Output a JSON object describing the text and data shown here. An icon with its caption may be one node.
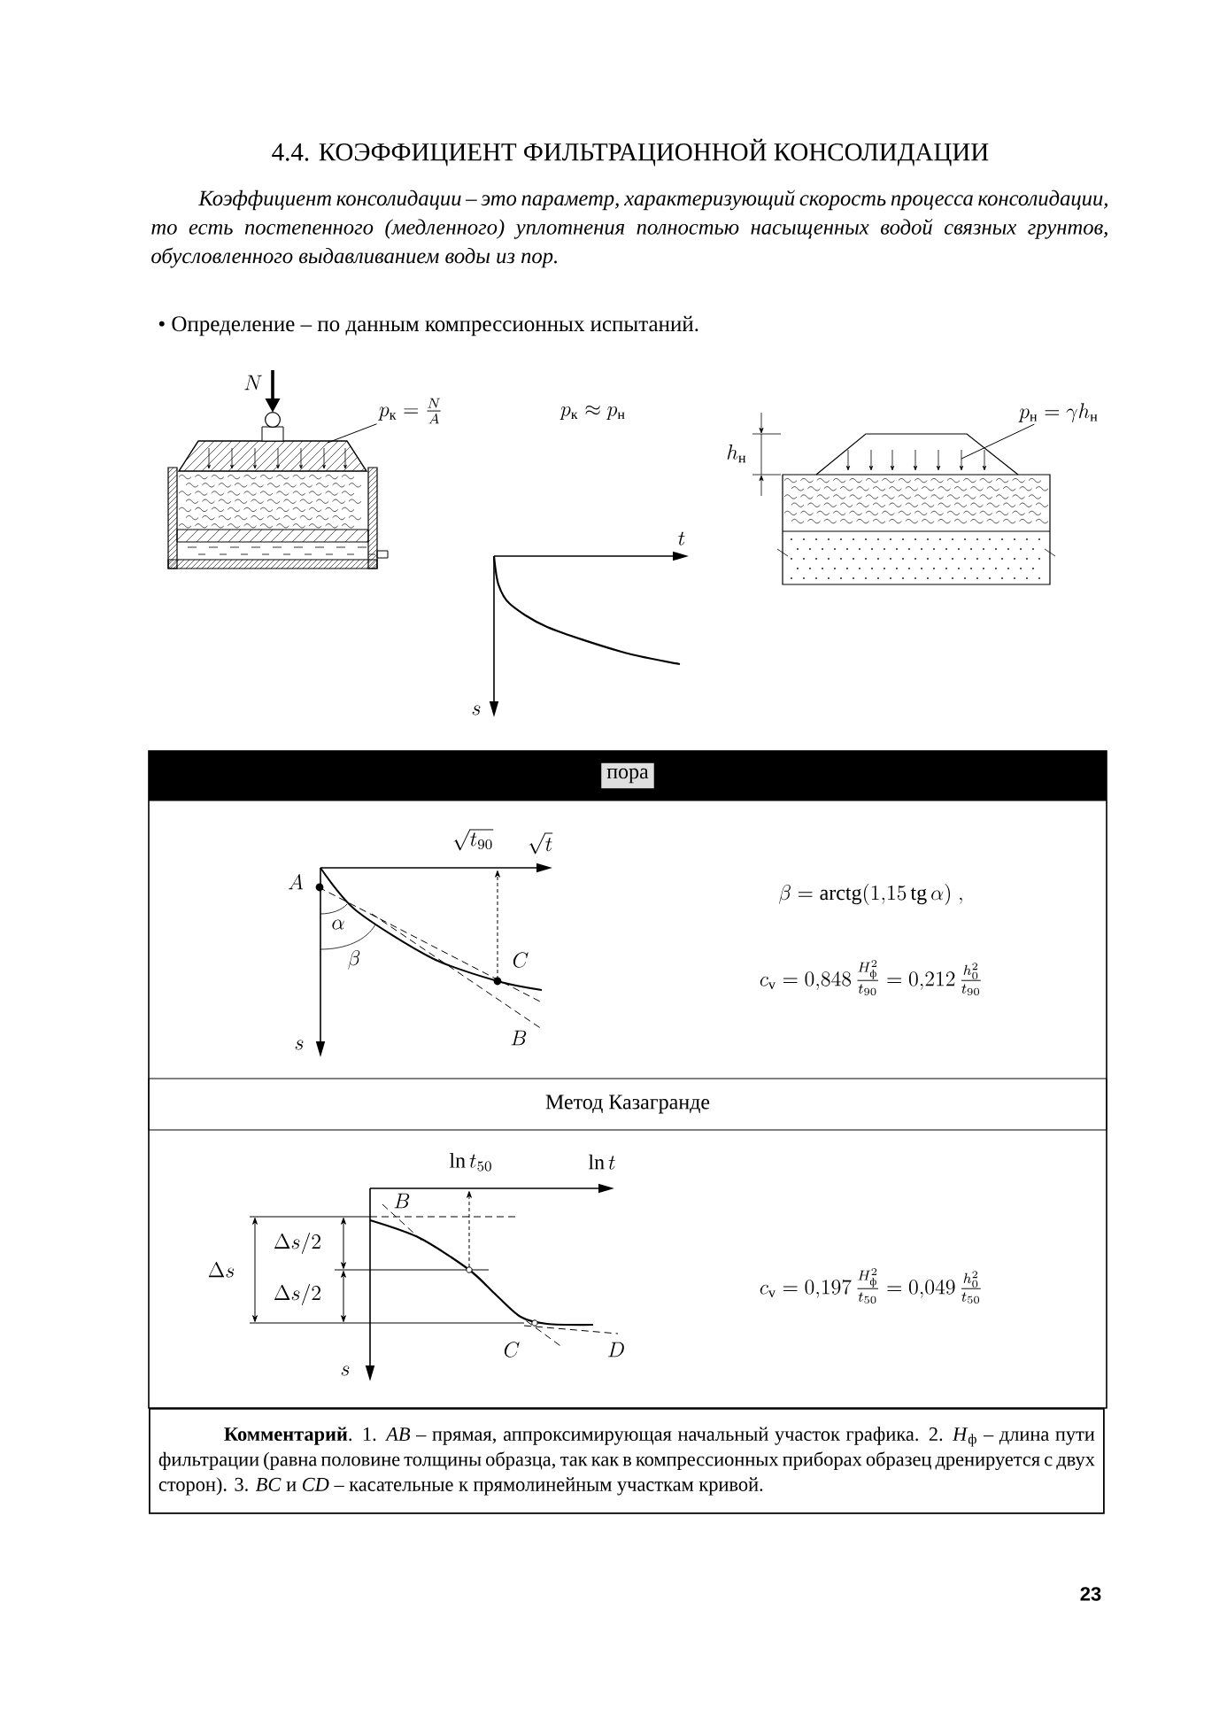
{
  "diagram": {
    "title": "4.4. КОЭФФИЦИЕНТ ФИЛЬТРАЦИОННОЙ КОНСОЛИДАЦИИ",
    "nodes": [
      {
        "text": [
          "p_{\\text{к}} = \\frac{N}{A}"
        ]
      },
      {
        "text": [
          "p_{\\text{н}} = \\gamma h_{\\text{н}}"
        ]
      },
      {
        "text": [
          "пора"
        ]
      },
      {
        "text": [
          "Метод Казагранде"
        ]
      },
      {
        "text": [
          "**Комментарий**. 1. *AB* – прямая, аппроксимирующая начальный участок графика. 2. *H*$_{ф}$ – длина пути фильтрации (равна половине толщины образца, так как в компрессионных приборах образец дренируется с двух сторон). 3. *BC* и *CD* – касательные к прямолинейным участкам кривой."
        ]
      }
    ],
    "edges": [
      {
        "from": 0,
        "to": null,
        "arrow": "none"
      },
      {
        "from": 1,
        "to": null,
        "arrow": "none"
      }
    ],
    "labels": [
      "Коэффициент консолидации – это параметр, характеризующий скорость процесса консолидации, то есть постепенного (медленного) уплотнения полностью насыщенных водой связных грунтов, обусловленного выдавливанием воды из пор.",
      "• Определение – по данным компрессионных испытаний.",
      "N",
      "p_{\\text{к}} \\approx p_{\\text{н}}",
      "h_{\\text{н}}",
      "t",
      "s",
      "\\sqrt{t_{90}}",
      "\\sqrt{t}",
      "A",
      "\\alpha",
      "\\beta",
      "C",
      "s",
      "B",
      "\\beta = \\mathrm{arctg}(1{,}15\\,\\mathrm{tg}\\,\\alpha)\\;,",
      "c_{\\text{v}} = 0{,}848\\,\\frac{H_{\\text{ф}}^{2}}{t_{90}} = 0{,}212\\,\\frac{h_{0}^{2}}{t_{90}}",
      "\\ln t_{50}",
      "\\ln t",
      "B",
      "\\Delta s",
      "\\Delta s/2",
      "\\Delta s/2",
      "c_{\\text{v}} = 0{,}197\\,\\frac{H_{\\text{ф}}^{2}}{t_{50}} = 0{,}049\\,\\frac{h_{0}^{2}}{t_{50}}",
      "C",
      "D",
      "s",
      "23"
    ]
  }
}
